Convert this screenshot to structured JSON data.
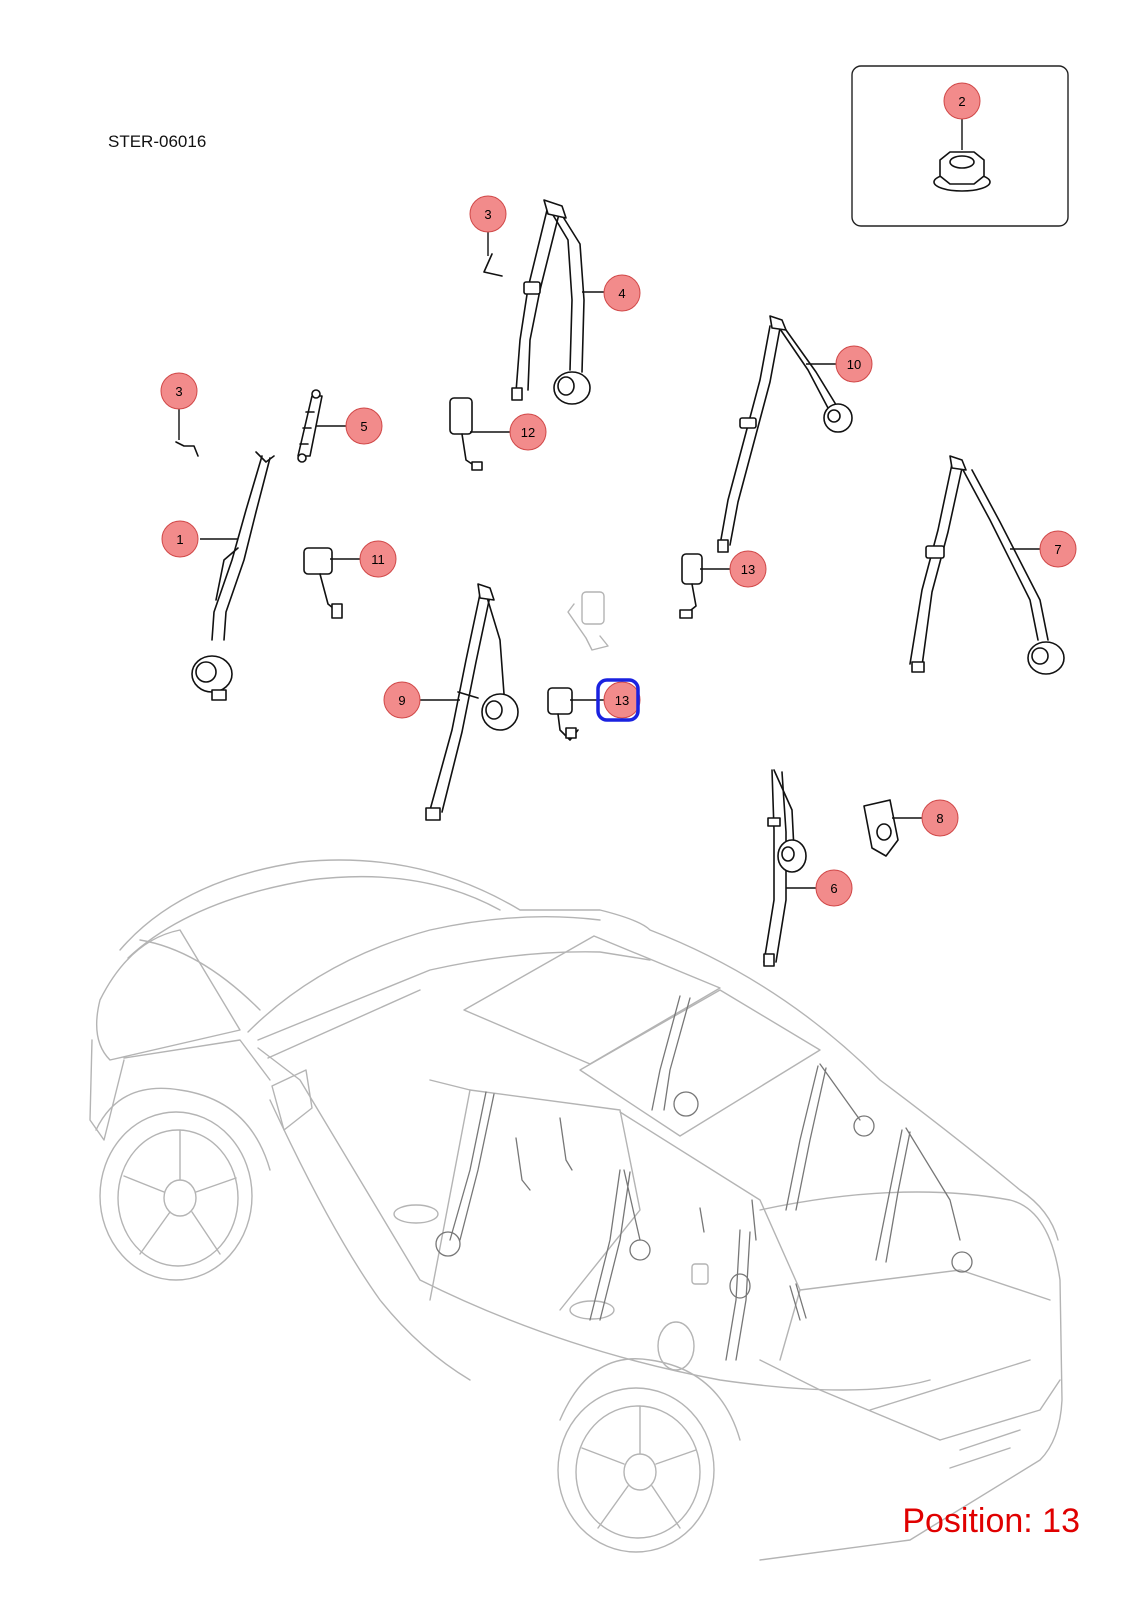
{
  "document_code": "STER-06016",
  "position_label": "Position: 13",
  "colors": {
    "callout_fill": "#f28b8b",
    "highlight": "#1a22e0",
    "position_text": "#e00000"
  },
  "callouts": [
    {
      "id": "inset-2",
      "number": "2",
      "highlighted": false
    },
    {
      "id": "top-3",
      "number": "3",
      "highlighted": false
    },
    {
      "id": "top-4",
      "number": "4",
      "highlighted": false
    },
    {
      "id": "left-3",
      "number": "3",
      "highlighted": false
    },
    {
      "id": "left-5",
      "number": "5",
      "highlighted": false
    },
    {
      "id": "12",
      "number": "12",
      "highlighted": false
    },
    {
      "id": "10",
      "number": "10",
      "highlighted": false
    },
    {
      "id": "1",
      "number": "1",
      "highlighted": false
    },
    {
      "id": "11",
      "number": "11",
      "highlighted": false
    },
    {
      "id": "right-13",
      "number": "13",
      "highlighted": false
    },
    {
      "id": "7",
      "number": "7",
      "highlighted": false
    },
    {
      "id": "9",
      "number": "9",
      "highlighted": false
    },
    {
      "id": "center-13",
      "number": "13",
      "highlighted": true
    },
    {
      "id": "8",
      "number": "8",
      "highlighted": false
    },
    {
      "id": "6",
      "number": "6",
      "highlighted": false
    }
  ]
}
